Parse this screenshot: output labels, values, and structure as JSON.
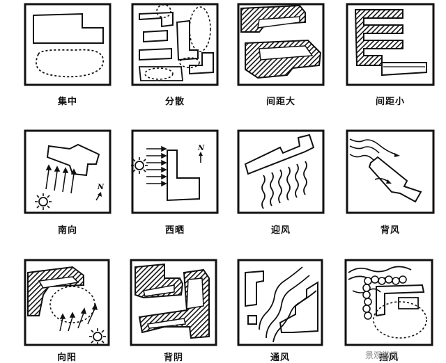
{
  "panels": [
    {
      "label": "集中",
      "icon": "concentrated-layout-icon"
    },
    {
      "label": "分散",
      "icon": "dispersed-layout-icon"
    },
    {
      "label": "间距大",
      "icon": "large-spacing-icon"
    },
    {
      "label": "间距小",
      "icon": "small-spacing-icon"
    },
    {
      "label": "南向",
      "icon": "south-orientation-icon"
    },
    {
      "label": "西晒",
      "icon": "west-sun-icon"
    },
    {
      "label": "迎风",
      "icon": "facing-wind-icon"
    },
    {
      "label": "背风",
      "icon": "leeward-icon"
    },
    {
      "label": "向阳",
      "icon": "sunny-side-icon"
    },
    {
      "label": "背阴",
      "icon": "shaded-side-icon"
    },
    {
      "label": "通风",
      "icon": "ventilation-icon"
    },
    {
      "label": "挡风",
      "icon": "windbreak-icon"
    }
  ],
  "compass_label": "N",
  "watermark": "景观微讯",
  "colors": {
    "ink": "#111111",
    "background": "#ffffff"
  }
}
